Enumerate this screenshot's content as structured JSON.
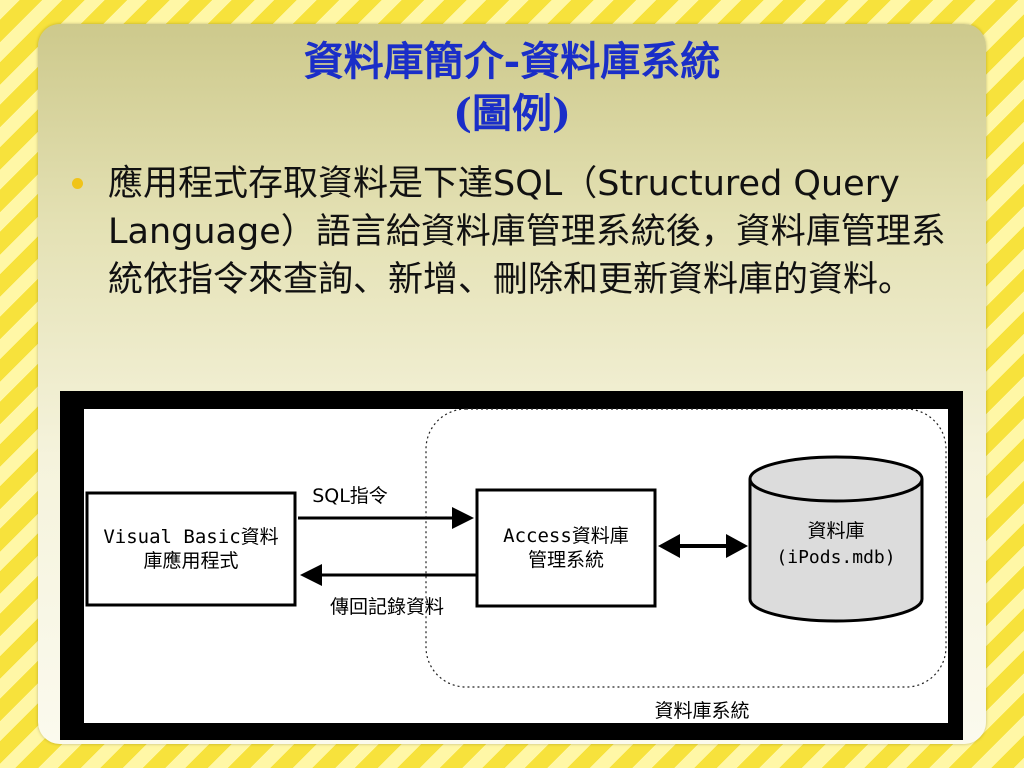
{
  "slide": {
    "title_line1": "資料庫簡介-資料庫系統",
    "title_line2": "(圖例)",
    "bullet": "應用程式存取資料是下達SQL（Structured Query Language）語言給資料庫管理系統後，資料庫管理系統依指令來查詢、新增、刪除和更新資料庫的資料。"
  },
  "diagram": {
    "vb_app_line1": "Visual Basic資料",
    "vb_app_line2": "庫應用程式",
    "sql_command": "SQL指令",
    "return_records": "傳回記錄資料",
    "access_line1": "Access資料庫",
    "access_line2": "管理系統",
    "db_line1": "資料庫",
    "db_line2": "(iPods.mdb)",
    "system_label": "資料庫系統"
  }
}
